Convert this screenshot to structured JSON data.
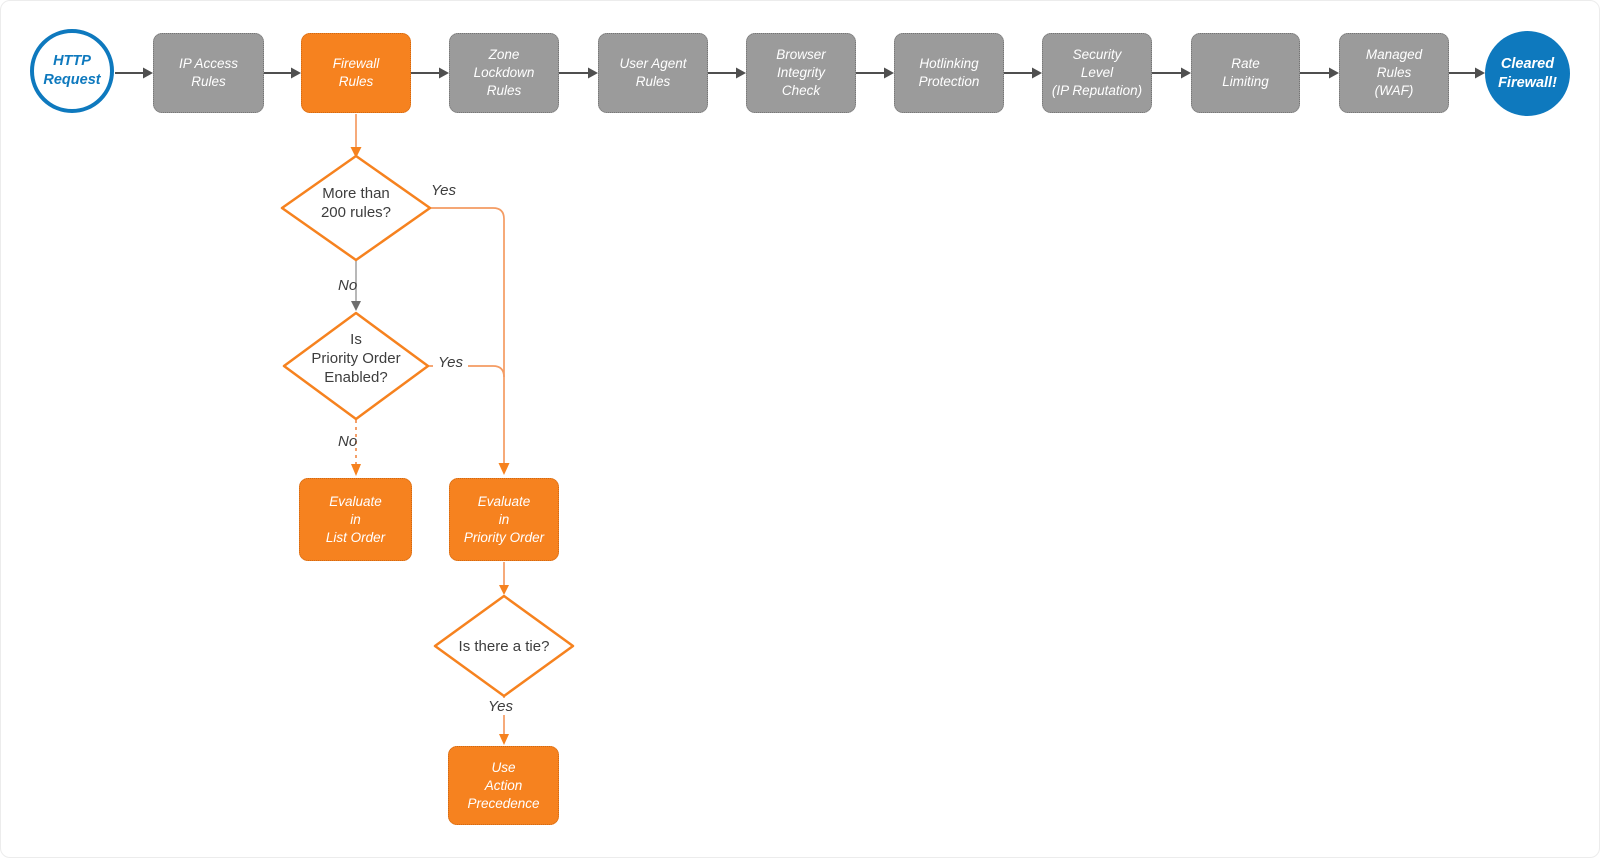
{
  "title": "Firewall request evaluation flowchart",
  "colors": {
    "orange": "#F6821F",
    "orange_light": "#F49B62",
    "gray_box": "#9B9B9B",
    "blue": "#0E79BE",
    "arrow_dark": "#4F4F4F",
    "text_dark": "#3D3D3D"
  },
  "flow": {
    "start": {
      "label": "HTTP\nRequest"
    },
    "top_row": [
      {
        "label": "IP Access\nRules"
      },
      {
        "label": "Firewall\nRules"
      },
      {
        "label": "Zone\nLockdown\nRules"
      },
      {
        "label": "User Agent\nRules"
      },
      {
        "label": "Browser\nIntegrity\nCheck"
      },
      {
        "label": "Hotlinking\nProtection"
      },
      {
        "label": "Security\nLevel\n(IP Reputation)"
      },
      {
        "label": "Rate\nLimiting"
      },
      {
        "label": "Managed\nRules\n(WAF)"
      }
    ],
    "end": {
      "label": "Cleared\nFirewall!"
    },
    "decisions": [
      {
        "label": "More than\n200 rules?"
      },
      {
        "label": "Is\nPriority Order\nEnabled?"
      },
      {
        "label": "Is there a tie?"
      }
    ],
    "actions": [
      {
        "label": "Evaluate\nin\nList Order"
      },
      {
        "label": "Evaluate\nin\nPriority Order"
      },
      {
        "label": "Use\nAction\nPrecedence"
      }
    ],
    "edge_labels": {
      "yes1": "Yes",
      "no1": "No",
      "yes2": "Yes",
      "no2": "No",
      "yes3": "Yes"
    }
  }
}
